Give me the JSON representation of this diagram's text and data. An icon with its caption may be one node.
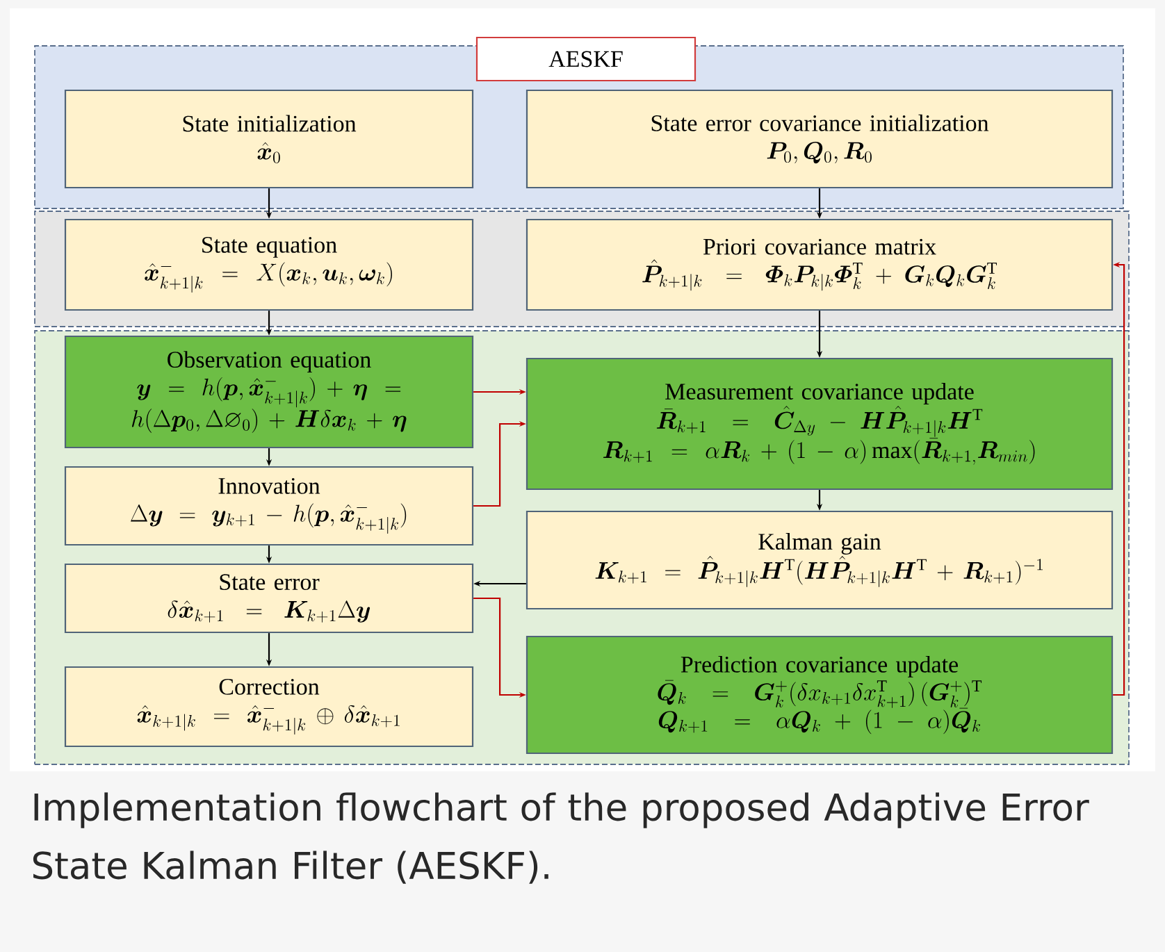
{
  "diagram": {
    "caption": "Implementation flowchart of the proposed Adaptive Error State Kalman Filter (AESKF).",
    "nodes": [
      {
        "text": [
          "AESKF"
        ]
      },
      {
        "text": [],
        "shape": "band"
      },
      {
        "text": [
          "State initialization",
          "\\hat{\\bm{x}}_0"
        ],
        "in": 1
      },
      {
        "text": [
          "State error covariance initialization",
          "\\bm{P}_0,\\bm{Q}_0,\\bm{R}_0"
        ],
        "in": 1
      },
      {
        "text": [],
        "shape": "band"
      },
      {
        "text": [
          "State equation",
          "\\hat{\\bm{x}}^{-}_{k+1|k}=X(\\bm{x}_k,\\bm{u}_k,\\bm{\\omega}_k)"
        ],
        "in": 4
      },
      {
        "text": [
          "Priori covariance matrix",
          "\\hat{\\bm{P}}_{k+1|k}=\\bm{\\varPhi}_k\\bm{P}_{k|k}\\bm{\\varPhi}_k^{\\mathrm{T}}+\\bm{G}_k\\bm{Q}_k\\bm{G}_k^{\\mathrm{T}}"
        ],
        "in": 4
      },
      {
        "text": [],
        "shape": "band"
      },
      {
        "text": [
          "Observation equation",
          "\\bm{y}=h(\\bm{p},\\hat{\\bm{x}}^{-}_{k+1|k})+\\bm{\\eta}=",
          "h(\\Delta\\bm{p}_0,\\Delta\\varnothing_0)+\\bm{H}\\delta\\bm{x}_k+\\bm{\\eta}"
        ],
        "in": 7
      },
      {
        "text": [
          "Measurement covariance update",
          "\\bar{\\bm{R}}_{k+1}=\\hat{\\bm{C}}_{\\Delta y}-\\bm{H}\\hat{\\bm{P}}_{k+1|k}\\bm{H}^{\\mathrm{T}}",
          "\\bm{R}_{k+1}=\\alpha\\bm{R}_k+(1-\\alpha)\\max(\\bar{\\bm{R}}_{k+1,}\\bm{R}_{min})"
        ],
        "in": 7
      },
      {
        "text": [
          "Innovation",
          "\\Delta\\bm{y}=\\bm{y}_{k+1}-h(\\bm{p},\\hat{\\bm{x}}^{-}_{k+1|k})"
        ],
        "in": 7
      },
      {
        "text": [
          "Kalman gain",
          "\\bm{K}_{k+1}=\\hat{\\bm{P}}_{k+1|k}\\bm{H}^{\\mathrm{T}}(\\bm{H}\\hat{\\bm{P}}_{k+1|k}\\bm{H}^{\\mathrm{T}}+\\bm{R}_{k+1})^{-1}"
        ],
        "in": 7
      },
      {
        "text": [
          "State error",
          "\\delta\\hat{\\bm{x}}_{k+1}=\\bm{K}_{k+1}\\Delta\\bm{y}"
        ],
        "in": 7
      },
      {
        "text": [
          "Prediction covariance update",
          "\\bar{\\bm{Q}}_k=\\bm{G}_k^{+}(\\delta x_{k+1}\\delta x_{k+1}^{\\mathrm{T}})\\,(\\bm{G}_k^{+})^{\\mathrm{T}}",
          "\\bm{Q}_{k+1}=\\alpha\\bm{Q}_k+(1-\\alpha)\\bar{\\bm{Q}}_k"
        ],
        "in": 7
      },
      {
        "text": [
          "Correction",
          "\\hat{\\bm{x}}_{k+1|k}=\\hat{\\bm{x}}^{-}_{k+1|k}\\oplus\\delta\\hat{\\bm{x}}_{k+1}"
        ],
        "in": 7
      }
    ],
    "edges": [
      {
        "from": 2,
        "to": 5,
        "arrow": "to"
      },
      {
        "from": 3,
        "to": 6,
        "arrow": "to"
      },
      {
        "from": 5,
        "to": 8,
        "arrow": "to"
      },
      {
        "from": 6,
        "to": 9,
        "arrow": "to"
      },
      {
        "from": 8,
        "to": 10,
        "arrow": "to"
      },
      {
        "from": 10,
        "to": 12,
        "arrow": "to"
      },
      {
        "from": 12,
        "to": 14,
        "arrow": "to"
      },
      {
        "from": 9,
        "to": 11,
        "arrow": "to"
      },
      {
        "from": 11,
        "to": 12,
        "arrow": "to"
      },
      {
        "from": 8,
        "to": 9,
        "arrow": "to",
        "color": "#c00000"
      },
      {
        "from": 10,
        "to": 9,
        "arrow": "to",
        "color": "#c00000"
      },
      {
        "from": 12,
        "to": 13,
        "arrow": "to",
        "color": "#c00000"
      },
      {
        "from": 13,
        "to": 6,
        "arrow": "to",
        "color": "#c00000"
      }
    ]
  }
}
